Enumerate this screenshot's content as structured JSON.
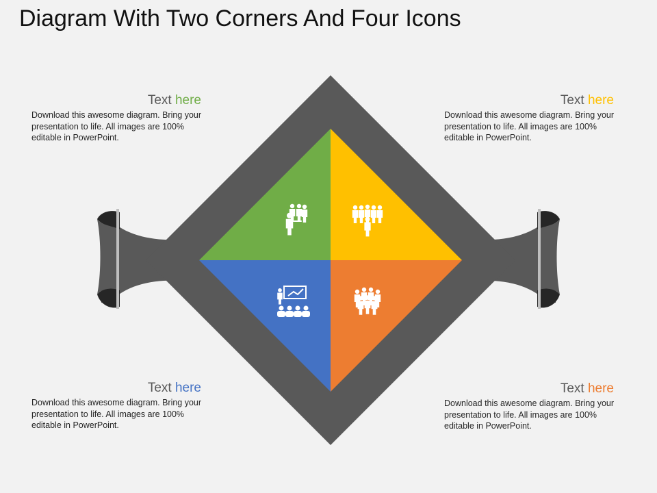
{
  "title": "Diagram With Two Corners And Four Icons",
  "colors": {
    "background": "#f2f2f2",
    "frame": "#595959",
    "ribbon_dark": "#262626",
    "green": "#70ad47",
    "yellow": "#ffc000",
    "blue": "#4472c4",
    "orange": "#ed7d31"
  },
  "quadrants": [
    {
      "position": "top-left",
      "color": "#70ad47",
      "icon": "presenter-team-icon"
    },
    {
      "position": "top-right",
      "color": "#ffc000",
      "icon": "group-meeting-icon"
    },
    {
      "position": "bottom-left",
      "color": "#4472c4",
      "icon": "presentation-audience-icon"
    },
    {
      "position": "bottom-right",
      "color": "#ed7d31",
      "icon": "crowd-icon"
    }
  ],
  "textboxes": {
    "top_left": {
      "title_plain": "Text ",
      "title_accent": "here",
      "accent_color": "#70ad47",
      "body": "Download this  awesome diagram. Bring your presentation to life. All images are 100% editable in PowerPoint."
    },
    "top_right": {
      "title_plain": "Text ",
      "title_accent": "here",
      "accent_color": "#ffc000",
      "body": "Download this  awesome diagram. Bring your presentation to life. All images are 100% editable in PowerPoint."
    },
    "bottom_left": {
      "title_plain": "Text ",
      "title_accent": "here",
      "accent_color": "#4472c4",
      "body": "Download this  awesome diagram. Bring your presentation to life. All images are 100% editable in PowerPoint."
    },
    "bottom_right": {
      "title_plain": "Text ",
      "title_accent": "here",
      "accent_color": "#ed7d31",
      "body": "Download this  awesome diagram. Bring your presentation to life. All images are 100% editable in PowerPoint."
    }
  }
}
